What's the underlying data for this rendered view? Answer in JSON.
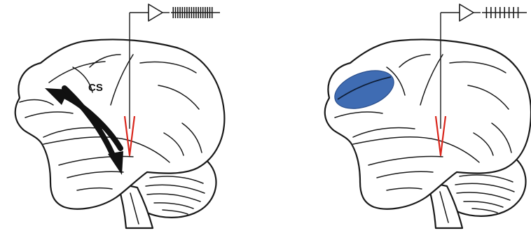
{
  "figure": {
    "left_panel": {
      "sulcus_label": "CS",
      "spike_count": 18,
      "has_stimulation_arrows": true,
      "electrode_color": "#d9261c"
    },
    "right_panel": {
      "spike_count": 8,
      "lesion_color": "#3f6cb3",
      "electrode_color": "#d9261c"
    }
  }
}
